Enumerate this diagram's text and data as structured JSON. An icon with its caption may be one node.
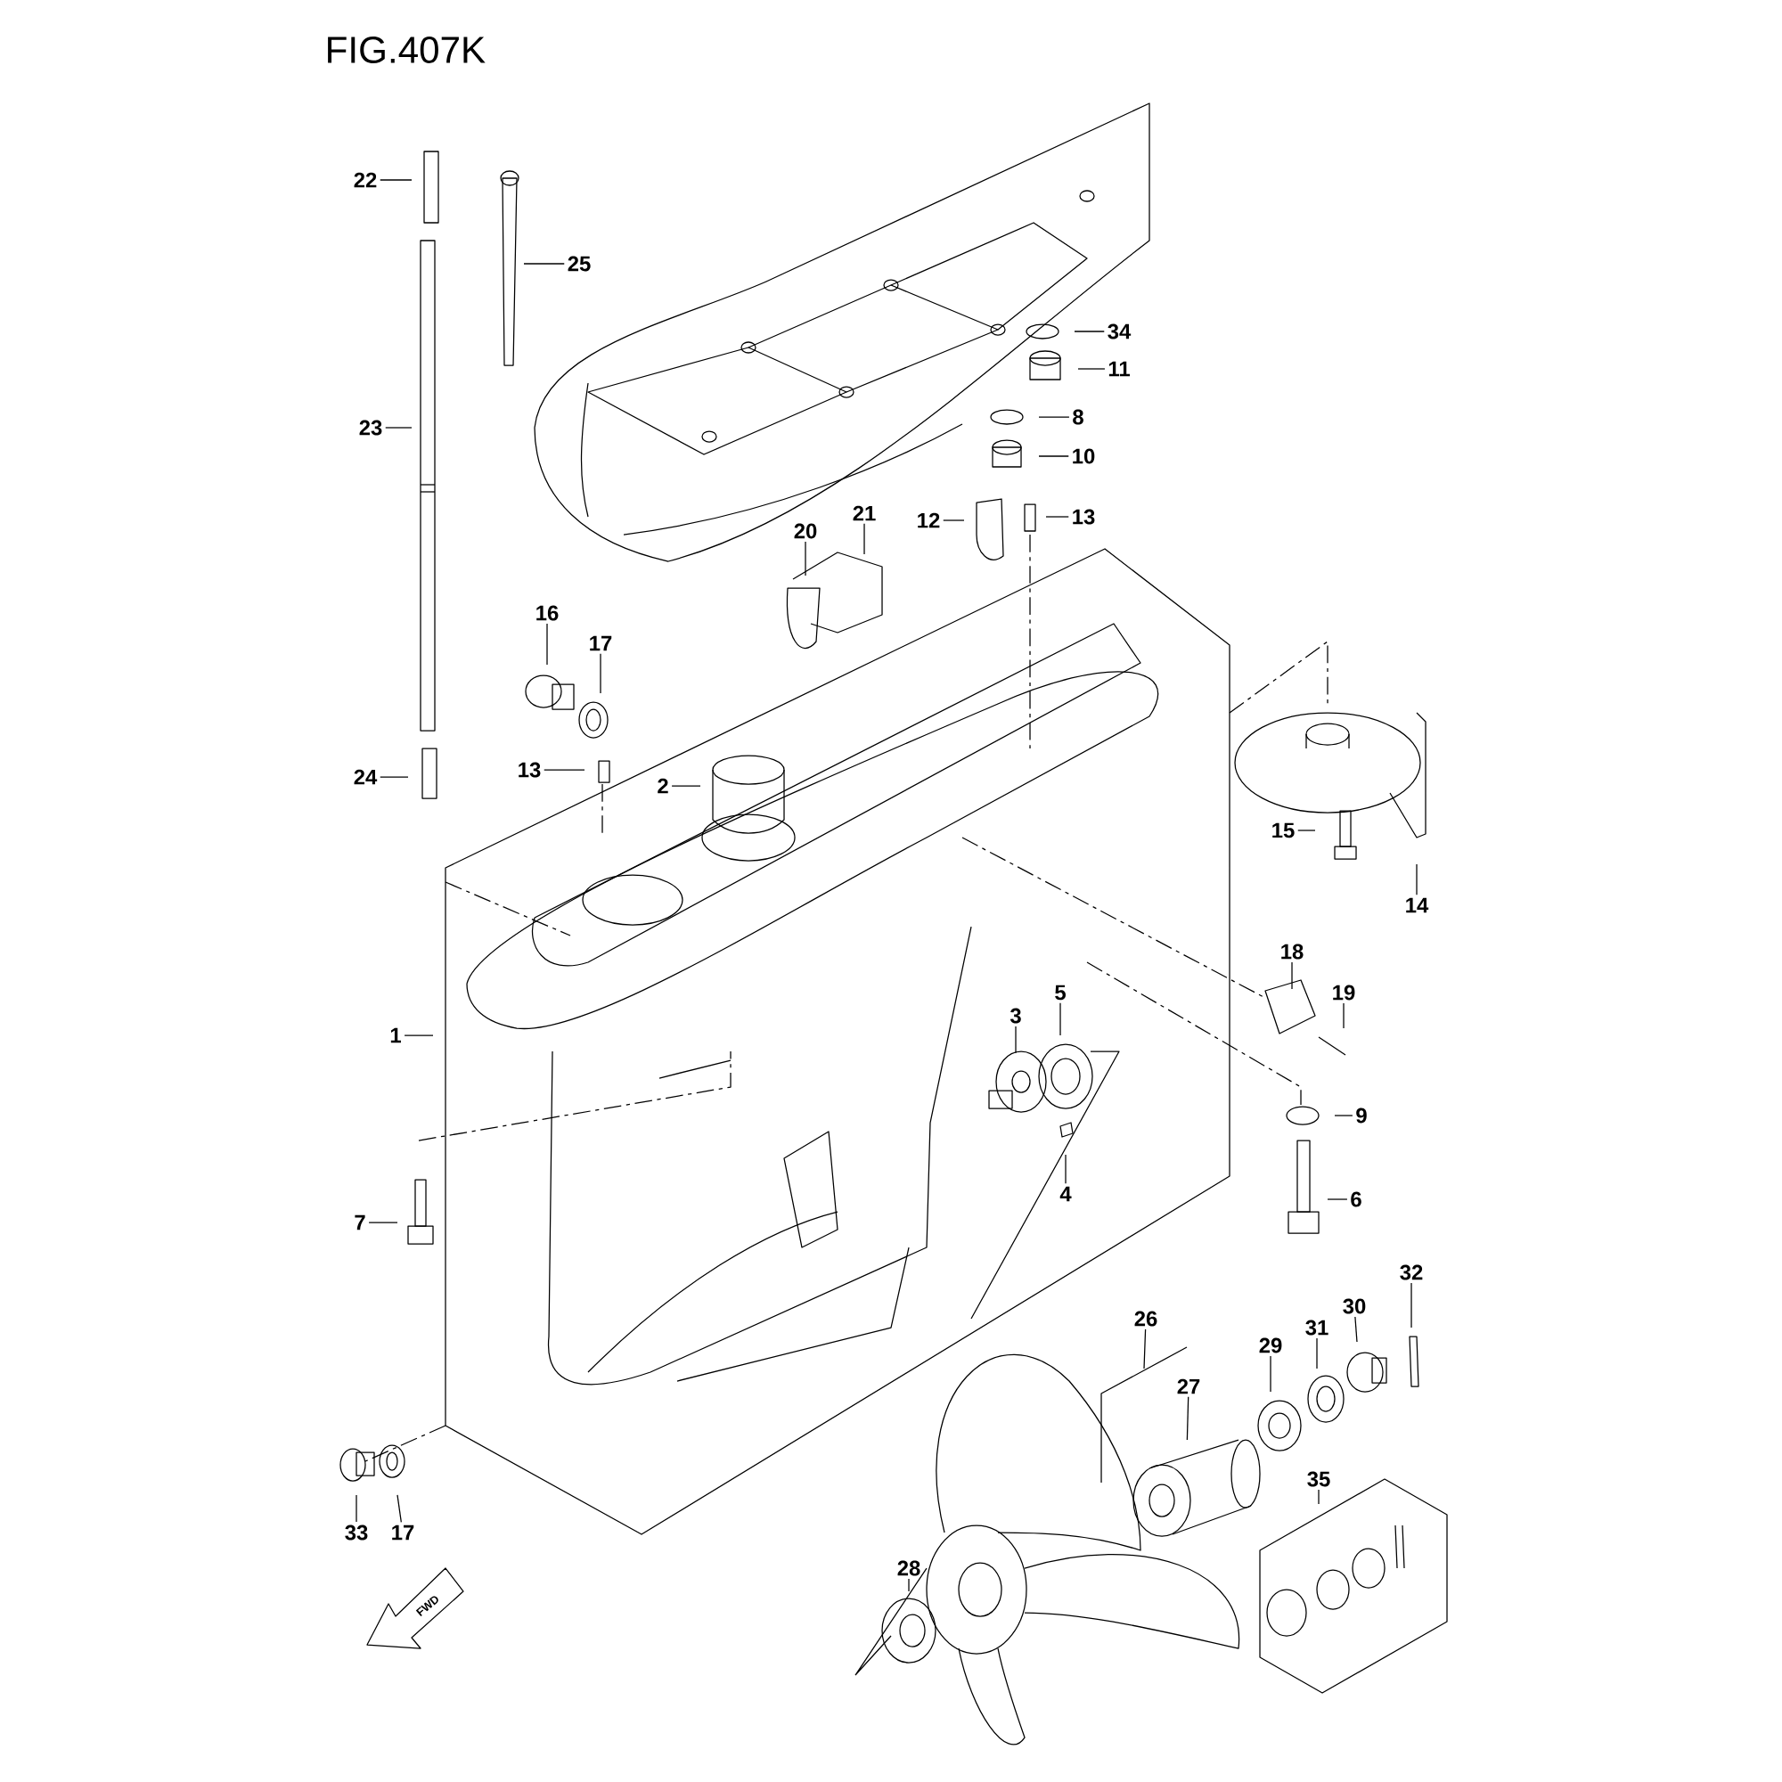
{
  "diagram": {
    "title": "FIG.407K",
    "nodes": [
      {
        "text": [
          "22"
        ]
      },
      {
        "text": [
          "25"
        ]
      },
      {
        "text": [
          "23"
        ]
      },
      {
        "text": [
          "34"
        ]
      },
      {
        "text": [
          "11"
        ]
      },
      {
        "text": [
          "8"
        ]
      },
      {
        "text": [
          "10"
        ]
      },
      {
        "text": [
          "20"
        ]
      },
      {
        "text": [
          "21"
        ]
      },
      {
        "text": [
          "12"
        ]
      },
      {
        "text": [
          "13"
        ]
      },
      {
        "text": [
          "16"
        ]
      },
      {
        "text": [
          "17"
        ]
      },
      {
        "text": [
          "13"
        ]
      },
      {
        "text": [
          "2"
        ]
      },
      {
        "text": [
          "24"
        ]
      },
      {
        "text": [
          "1"
        ]
      },
      {
        "text": [
          "15"
        ]
      },
      {
        "text": [
          "14"
        ]
      },
      {
        "text": [
          "18"
        ]
      },
      {
        "text": [
          "19"
        ]
      },
      {
        "text": [
          "3"
        ]
      },
      {
        "text": [
          "5"
        ]
      },
      {
        "text": [
          "9"
        ]
      },
      {
        "text": [
          "4"
        ]
      },
      {
        "text": [
          "6"
        ]
      },
      {
        "text": [
          "7"
        ]
      },
      {
        "text": [
          "32"
        ]
      },
      {
        "text": [
          "26"
        ]
      },
      {
        "text": [
          "30"
        ]
      },
      {
        "text": [
          "31"
        ]
      },
      {
        "text": [
          "29"
        ]
      },
      {
        "text": [
          "27"
        ]
      },
      {
        "text": [
          "35"
        ]
      },
      {
        "text": [
          "33"
        ]
      },
      {
        "text": [
          "17"
        ]
      },
      {
        "text": [
          "28"
        ]
      }
    ],
    "edges": [
      {
        "from": 0,
        "to": null,
        "arrow": "none"
      },
      {
        "from": 1,
        "to": null,
        "arrow": "none"
      },
      {
        "from": 2,
        "to": null,
        "arrow": "none"
      },
      {
        "from": 3,
        "to": null,
        "arrow": "none"
      },
      {
        "from": 4,
        "to": null,
        "arrow": "none"
      },
      {
        "from": 5,
        "to": null,
        "arrow": "none"
      },
      {
        "from": 6,
        "to": null,
        "arrow": "none"
      },
      {
        "from": 7,
        "to": null,
        "arrow": "none"
      },
      {
        "from": 8,
        "to": null,
        "arrow": "none"
      },
      {
        "from": 9,
        "to": null,
        "arrow": "none"
      },
      {
        "from": 10,
        "to": null,
        "arrow": "none"
      },
      {
        "from": 11,
        "to": null,
        "arrow": "none"
      },
      {
        "from": 12,
        "to": null,
        "arrow": "none"
      },
      {
        "from": 13,
        "to": null,
        "arrow": "none"
      },
      {
        "from": 14,
        "to": null,
        "arrow": "none"
      },
      {
        "from": 15,
        "to": null,
        "arrow": "none"
      },
      {
        "from": 16,
        "to": null,
        "arrow": "none"
      },
      {
        "from": 17,
        "to": null,
        "arrow": "none"
      },
      {
        "from": 18,
        "to": null,
        "arrow": "none"
      },
      {
        "from": 19,
        "to": null,
        "arrow": "none"
      },
      {
        "from": 20,
        "to": null,
        "arrow": "none"
      },
      {
        "from": 21,
        "to": null,
        "arrow": "none"
      },
      {
        "from": 22,
        "to": null,
        "arrow": "none"
      },
      {
        "from": 23,
        "to": null,
        "arrow": "none"
      },
      {
        "from": 24,
        "to": null,
        "arrow": "none"
      },
      {
        "from": 25,
        "to": null,
        "arrow": "none"
      },
      {
        "from": 26,
        "to": null,
        "arrow": "none"
      },
      {
        "from": 27,
        "to": null,
        "arrow": "none"
      },
      {
        "from": 28,
        "to": null,
        "arrow": "none"
      },
      {
        "from": 29,
        "to": null,
        "arrow": "none"
      },
      {
        "from": 30,
        "to": null,
        "arrow": "none"
      },
      {
        "from": 31,
        "to": null,
        "arrow": "none"
      },
      {
        "from": 32,
        "to": null,
        "arrow": "none"
      },
      {
        "from": 33,
        "to": null,
        "arrow": "none"
      },
      {
        "from": 34,
        "to": null,
        "arrow": "none"
      },
      {
        "from": 35,
        "to": null,
        "arrow": "none"
      },
      {
        "from": 36,
        "to": null,
        "arrow": "none"
      }
    ],
    "labels": [
      "FWD"
    ]
  }
}
